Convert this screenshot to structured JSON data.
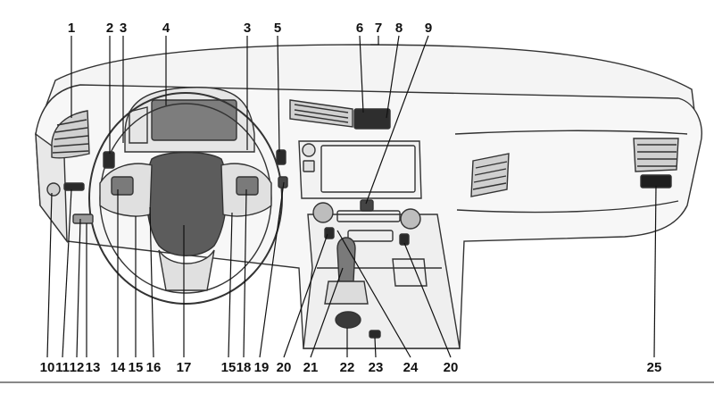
{
  "colors": {
    "line": "#111111",
    "fill_light": "#f2f2f2",
    "fill_mid": "#d9d9d9",
    "fill_dark": "#8a8a8a",
    "fill_black": "#262626"
  },
  "top_callouts": [
    "1",
    "2",
    "3",
    "4",
    "3",
    "5",
    "6",
    "7",
    "8",
    "9"
  ],
  "bottom_callouts": [
    "10",
    "11",
    "12",
    "13",
    "14",
    "15",
    "16",
    "17",
    "15",
    "18",
    "19",
    "20",
    "21",
    "22",
    "23",
    "24",
    "20",
    "25"
  ]
}
